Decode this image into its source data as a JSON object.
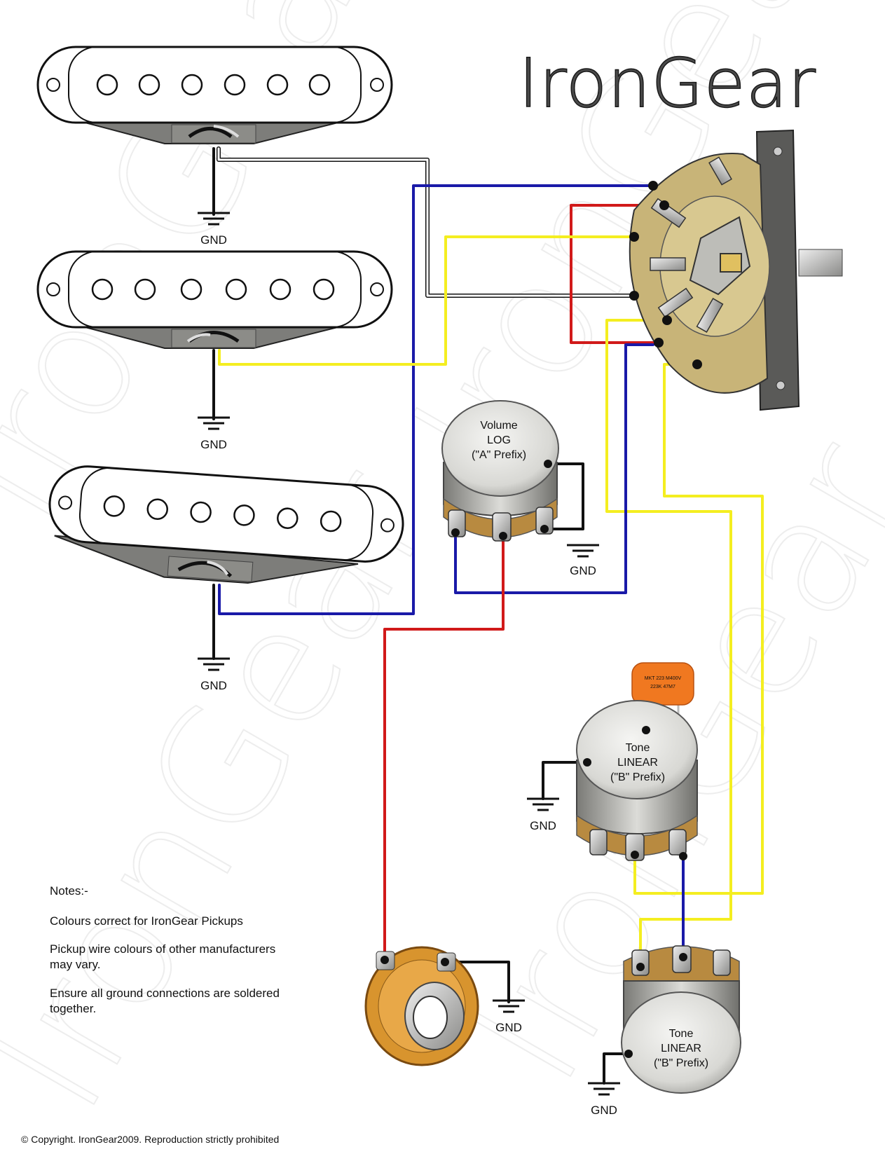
{
  "brand": {
    "name": "IronGear"
  },
  "watermark": {
    "text": "IronGear"
  },
  "ground_label": "GND",
  "volume_pot": {
    "line1": "Volume",
    "line2": "LOG",
    "line3": "(\"A\" Prefix)"
  },
  "tone_pot_1": {
    "line1": "Tone",
    "line2": "LINEAR",
    "line3": "(\"B\" Prefix)"
  },
  "tone_pot_2": {
    "line1": "Tone",
    "line2": "LINEAR",
    "line3": "(\"B\" Prefix)"
  },
  "capacitor": {
    "line1": "MKT 223 M400V",
    "line2": "223K 47M7"
  },
  "notes": {
    "title": "Notes:-",
    "line1": "Colours correct for IronGear Pickups",
    "line2a": "Pickup wire colours of other manufacturers",
    "line2b": "may vary.",
    "line3a": "Ensure all ground connections are soldered",
    "line3b": "together."
  },
  "copyright": "© Copyright. IronGear2009. Reproduction strictly prohibited",
  "wire_colors": {
    "black": "#111111",
    "white": "#ffffff",
    "blue": "#1a1aa8",
    "red": "#d11a1a",
    "yellow": "#f4ee20"
  }
}
